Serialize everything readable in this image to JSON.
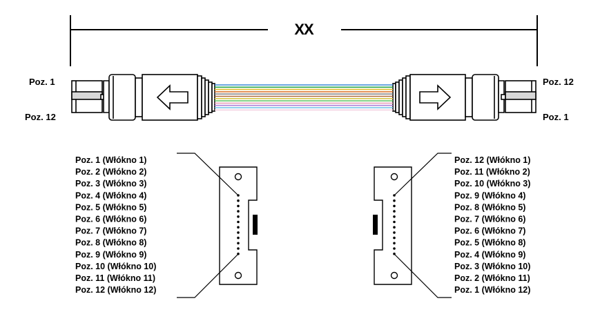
{
  "dimension": {
    "label": "XX"
  },
  "left_connector": {
    "top_label": "Poz. 1",
    "bottom_label": "Poz. 12"
  },
  "right_connector": {
    "top_label": "Poz. 12",
    "bottom_label": "Poz. 1"
  },
  "fiber_colors": [
    "#3a8ad8",
    "#2aa84a",
    "#e0c030",
    "#e07a30",
    "#8a8a8a",
    "#b06a3a",
    "#d8c848",
    "#6ac86a",
    "#e8a0b8",
    "#b080d8",
    "#70c0e8",
    "#f4d0e0"
  ],
  "left_pinout": [
    "Poz. 1  (Włókno 1)",
    "Poz. 2  (Włókno 2)",
    "Poz. 3  (Włókno 3)",
    "Poz. 4  (Włókno 4)",
    "Poz. 5  (Włókno 5)",
    "Poz. 6  (Włókno 6)",
    "Poz. 7  (Włókno 7)",
    "Poz. 8  (Włókno 8)",
    "Poz. 9  (Włókno 9)",
    "Poz. 10 (Włókno 10)",
    "Poz. 11 (Włókno 11)",
    "Poz. 12 (Włókno 12)"
  ],
  "right_pinout": [
    "Poz. 12  (Włókno 1)",
    "Poz. 11  (Włókno 2)",
    "Poz. 10  (Włókno 3)",
    "Poz. 9  (Włókno 4)",
    "Poz. 8  (Włókno 5)",
    "Poz. 7  (Włókno 6)",
    "Poz. 6  (Włókno 7)",
    "Poz. 5  (Włókno 8)",
    "Poz. 4  (Włókno 9)",
    "Poz. 3  (Włókno 10)",
    "Poz. 2  (Włókno 11)",
    "Poz. 1  (Włókno 12)"
  ]
}
